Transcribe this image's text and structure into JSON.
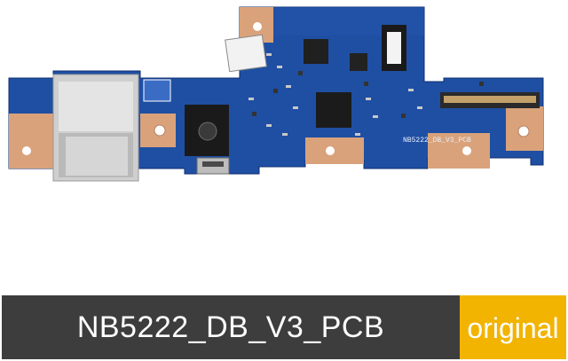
{
  "photo": {
    "silkscreen_label": "NB5222_DB_V3_PCB",
    "colors": {
      "pcb": "#1f4fa3",
      "pcb_dark": "#173f86",
      "copper_pad": "#d9a27a",
      "shield": "#cfcfcf"
    }
  },
  "caption": {
    "title": "NB5222_DB_V3_PCB",
    "badge": "original",
    "colors": {
      "bar": "#3d3d3d",
      "badge": "#f2b400",
      "text": "#ffffff"
    }
  }
}
